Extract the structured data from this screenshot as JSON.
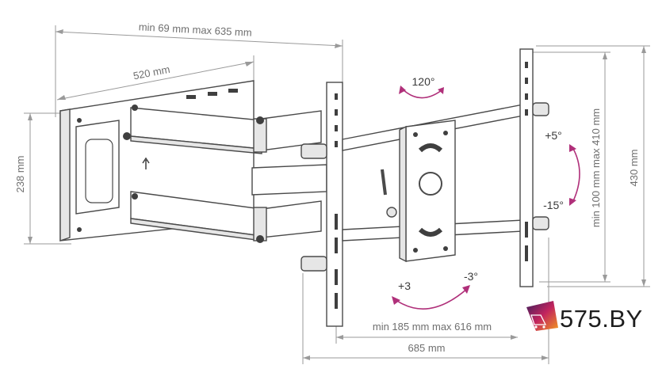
{
  "dimensions": {
    "depth_range": "min 69 mm max 635 mm",
    "arm_length": "520 mm",
    "wall_plate_height": "238 mm",
    "bracket_vertical_range": "min 100 mm max 410 mm",
    "bracket_height": "430 mm",
    "horizontal_range": "min 185 mm max 616 mm",
    "total_width": "685 mm"
  },
  "angles": {
    "swivel": "120°",
    "tilt_up": "+5°",
    "tilt_down": "-15°",
    "level_plus": "+3",
    "level_minus": "-3°"
  },
  "logo": {
    "text": "575.BY"
  },
  "colors": {
    "dimension_line": "#9a9a9a",
    "rotation_arrow": "#b0307a",
    "outline": "#4a4a4a"
  }
}
